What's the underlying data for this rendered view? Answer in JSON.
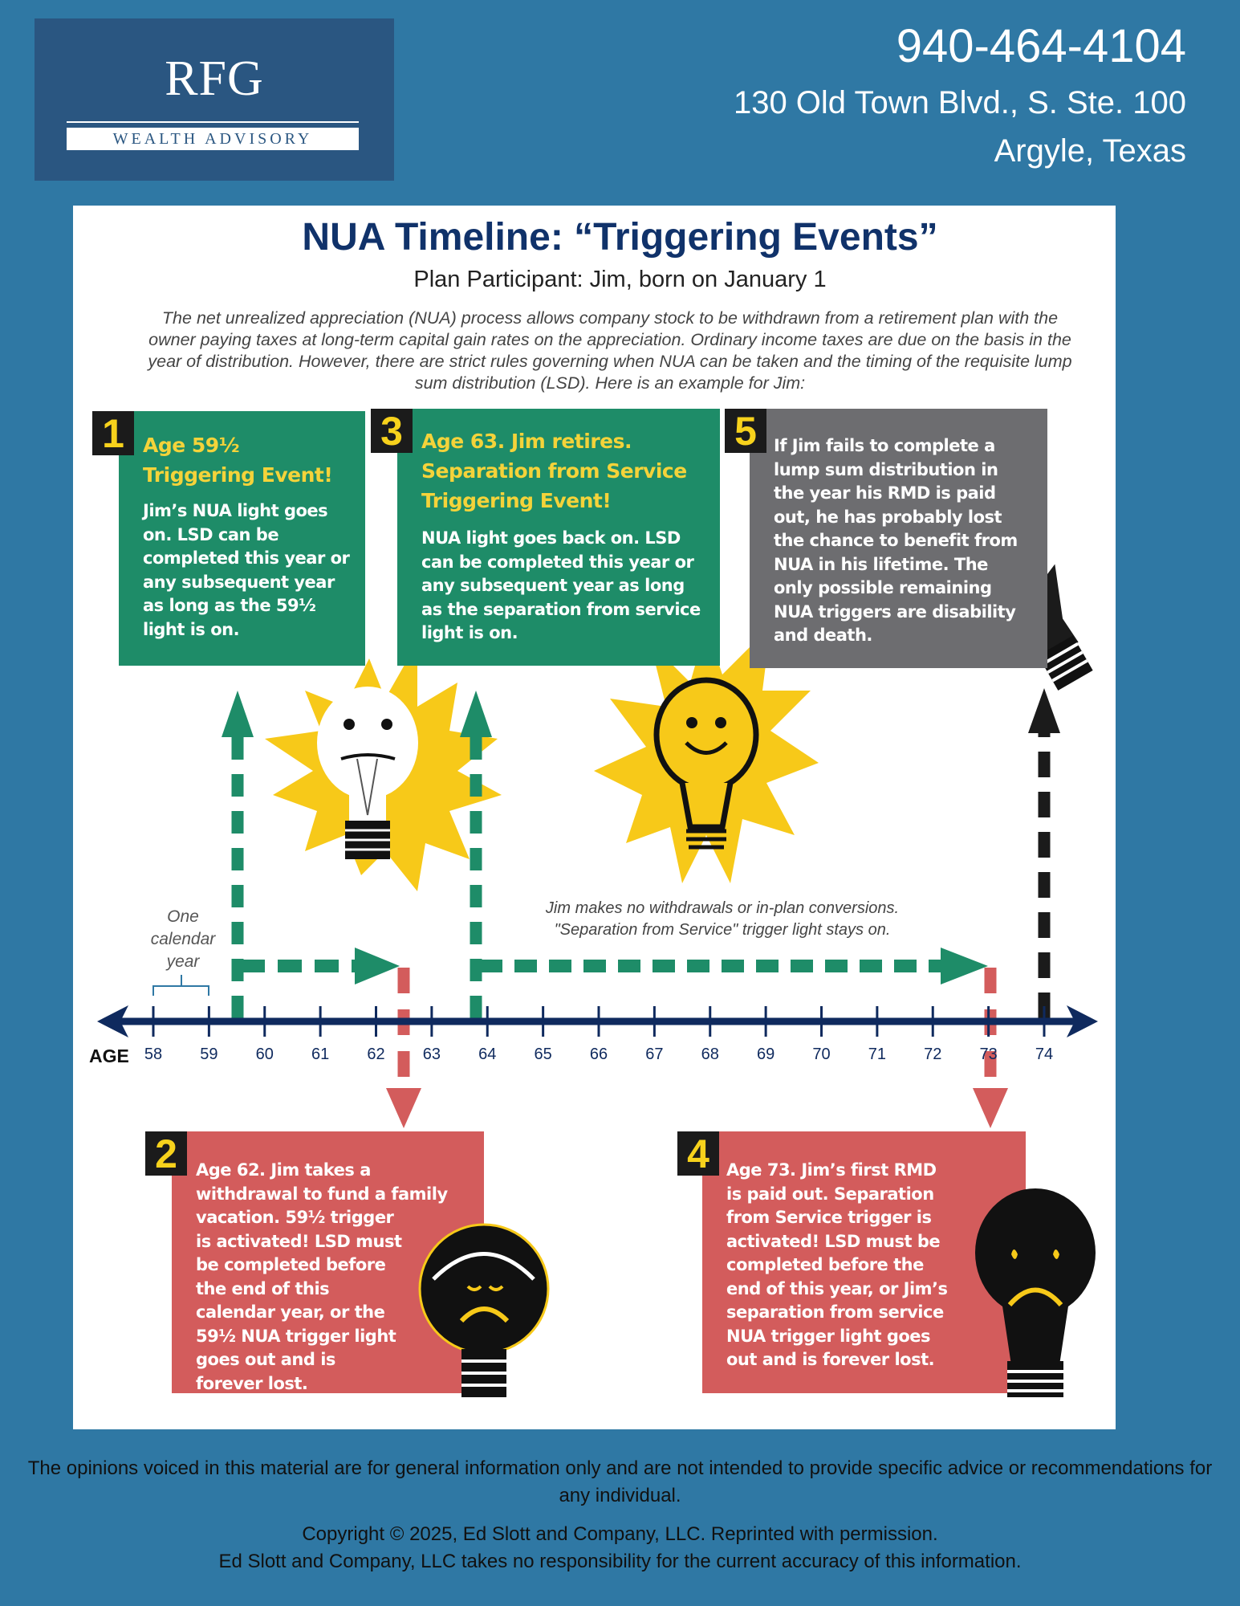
{
  "header": {
    "logo_main": "RFG",
    "logo_sub": "Wealth Advisory",
    "phone": "940-464-4104",
    "address_line1": "130 Old Town Blvd., S. Ste. 100",
    "address_line2": "Argyle, Texas"
  },
  "infographic": {
    "title": "NUA Timeline: “Triggering Events”",
    "subtitle": "Plan Participant: Jim, born on January 1",
    "intro": "The net unrealized appreciation (NUA) process allows company stock to be withdrawn from a retirement plan with the owner paying taxes at long-term capital gain rates on the appreciation. Ordinary income taxes are due on the basis in the year of distribution. However, there are strict rules governing when NUA can be taken and the timing of the requisite lump sum distribution (LSD). Here is an example for Jim:",
    "events": [
      {
        "number": "1",
        "heading": "Age 59½ Triggering Event!",
        "body": "Jim’s NUA light goes on. LSD can be completed this year or any subsequent year as long as the 59½ light is on."
      },
      {
        "number": "2",
        "heading": "",
        "body": "Age 62. Jim takes a withdrawal to fund a family vacation. 59½ trigger is activated! LSD must be completed before the end of this calendar year, or the 59½ NUA trigger light goes out and is forever lost."
      },
      {
        "number": "3",
        "heading": "Age 63. Jim retires. Separation from Service Triggering Event!",
        "body": "NUA light goes back on. LSD can be completed this year or any subsequent year as long as the separation from service light is on."
      },
      {
        "number": "4",
        "heading": "",
        "body": "Age 73. Jim’s first RMD is paid out. Separation from Service trigger is activated! LSD must be completed before the end of this year, or Jim’s separation from service NUA trigger light goes out and is forever lost."
      },
      {
        "number": "5",
        "heading": "",
        "body": "If Jim fails to complete a lump sum distribution in the year his RMD is paid out, he has probably lost the chance to benefit from NUA in his lifetime. The only possible remaining NUA triggers are disability and death."
      }
    ],
    "calendar_note": "One calendar year",
    "no_withdrawals_note_1": "Jim makes no withdrawals or in-plan conversions.",
    "no_withdrawals_note_2": "\"Separation from Service\" trigger light stays on.",
    "axis_label": "AGE",
    "ages": [
      "58",
      "59",
      "60",
      "61",
      "62",
      "63",
      "64",
      "65",
      "66",
      "67",
      "68",
      "69",
      "70",
      "71",
      "72",
      "73",
      "74"
    ],
    "colors": {
      "green": "#1e8c68",
      "red": "#d35c5c",
      "gray": "#6d6d70",
      "navy": "#0f2a5e",
      "yellow": "#f7c919"
    }
  },
  "footer": {
    "disclaimer": "The opinions voiced in this material are for general information only and are not intended to provide specific advice or recommendations for any individual.",
    "copyright": "Copyright © 2025, Ed Slott and Company, LLC. Reprinted with permission.",
    "responsibility": "Ed Slott and Company, LLC takes no responsibility for the current accuracy of this information."
  }
}
